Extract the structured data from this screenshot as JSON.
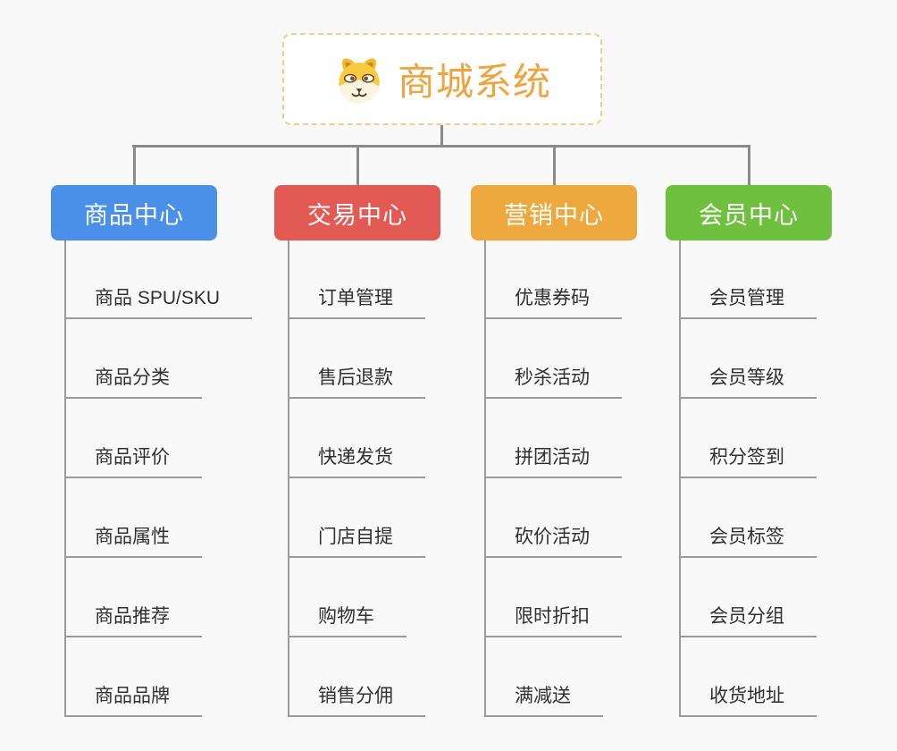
{
  "root": {
    "title": "商城系统",
    "icon": "dog-face-icon"
  },
  "branches": [
    {
      "label": "商品中心",
      "color": "#4a90e8",
      "items": [
        "商品 SPU/SKU",
        "商品分类",
        "商品评价",
        "商品属性",
        "商品推荐",
        "商品品牌"
      ]
    },
    {
      "label": "交易中心",
      "color": "#e35a55",
      "items": [
        "订单管理",
        "售后退款",
        "快递发货",
        "门店自提",
        "购物车",
        "销售分佣"
      ]
    },
    {
      "label": "营销中心",
      "color": "#eda83e",
      "items": [
        "优惠券码",
        "秒杀活动",
        "拼团活动",
        "砍价活动",
        "限时折扣",
        "满减送"
      ]
    },
    {
      "label": "会员中心",
      "color": "#70c040",
      "items": [
        "会员管理",
        "会员等级",
        "积分签到",
        "会员标签",
        "会员分组",
        "收货地址"
      ]
    }
  ],
  "colors": {
    "root_title": "#efa53f",
    "root_border": "#f2cd8d",
    "connector": "#8b8b8b",
    "leaf_line": "#9b9b9b",
    "leaf_text": "#303030",
    "background": "#f9f9f9"
  }
}
